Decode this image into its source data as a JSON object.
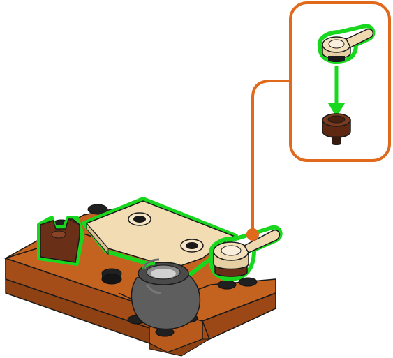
{
  "instruction_step": {
    "type": "building-instruction-diagram",
    "callout": {
      "parts": [
        {
          "name": "tan-plate-round-1x1-with-bar-handle",
          "color": "#efd9b1"
        },
        {
          "name": "reddish-brown-round-brick-1x1",
          "color": "#6e3318"
        }
      ],
      "action": "place-part-onto-part",
      "arrow_color": "#19d61f",
      "frame_color": "#e0691b"
    },
    "model": {
      "highlight_color": "#19d61f",
      "highlighted_parts": [
        "tan-plate-2x4",
        "reddish-brown-plate-with-clip",
        "tan-round-plate-with-bar-handle"
      ],
      "other_parts": [
        "brown-base-plate-stack",
        "dark-gray-cauldron",
        "black-round-studs"
      ],
      "colors": {
        "base_brown": "#c4621f",
        "base_brown_dark": "#9b4716",
        "tan": "#f1dcb4",
        "reddish_brown": "#6a2f17",
        "cauldron_gray": "#5e5e5e",
        "stud_black": "#202020"
      }
    }
  }
}
